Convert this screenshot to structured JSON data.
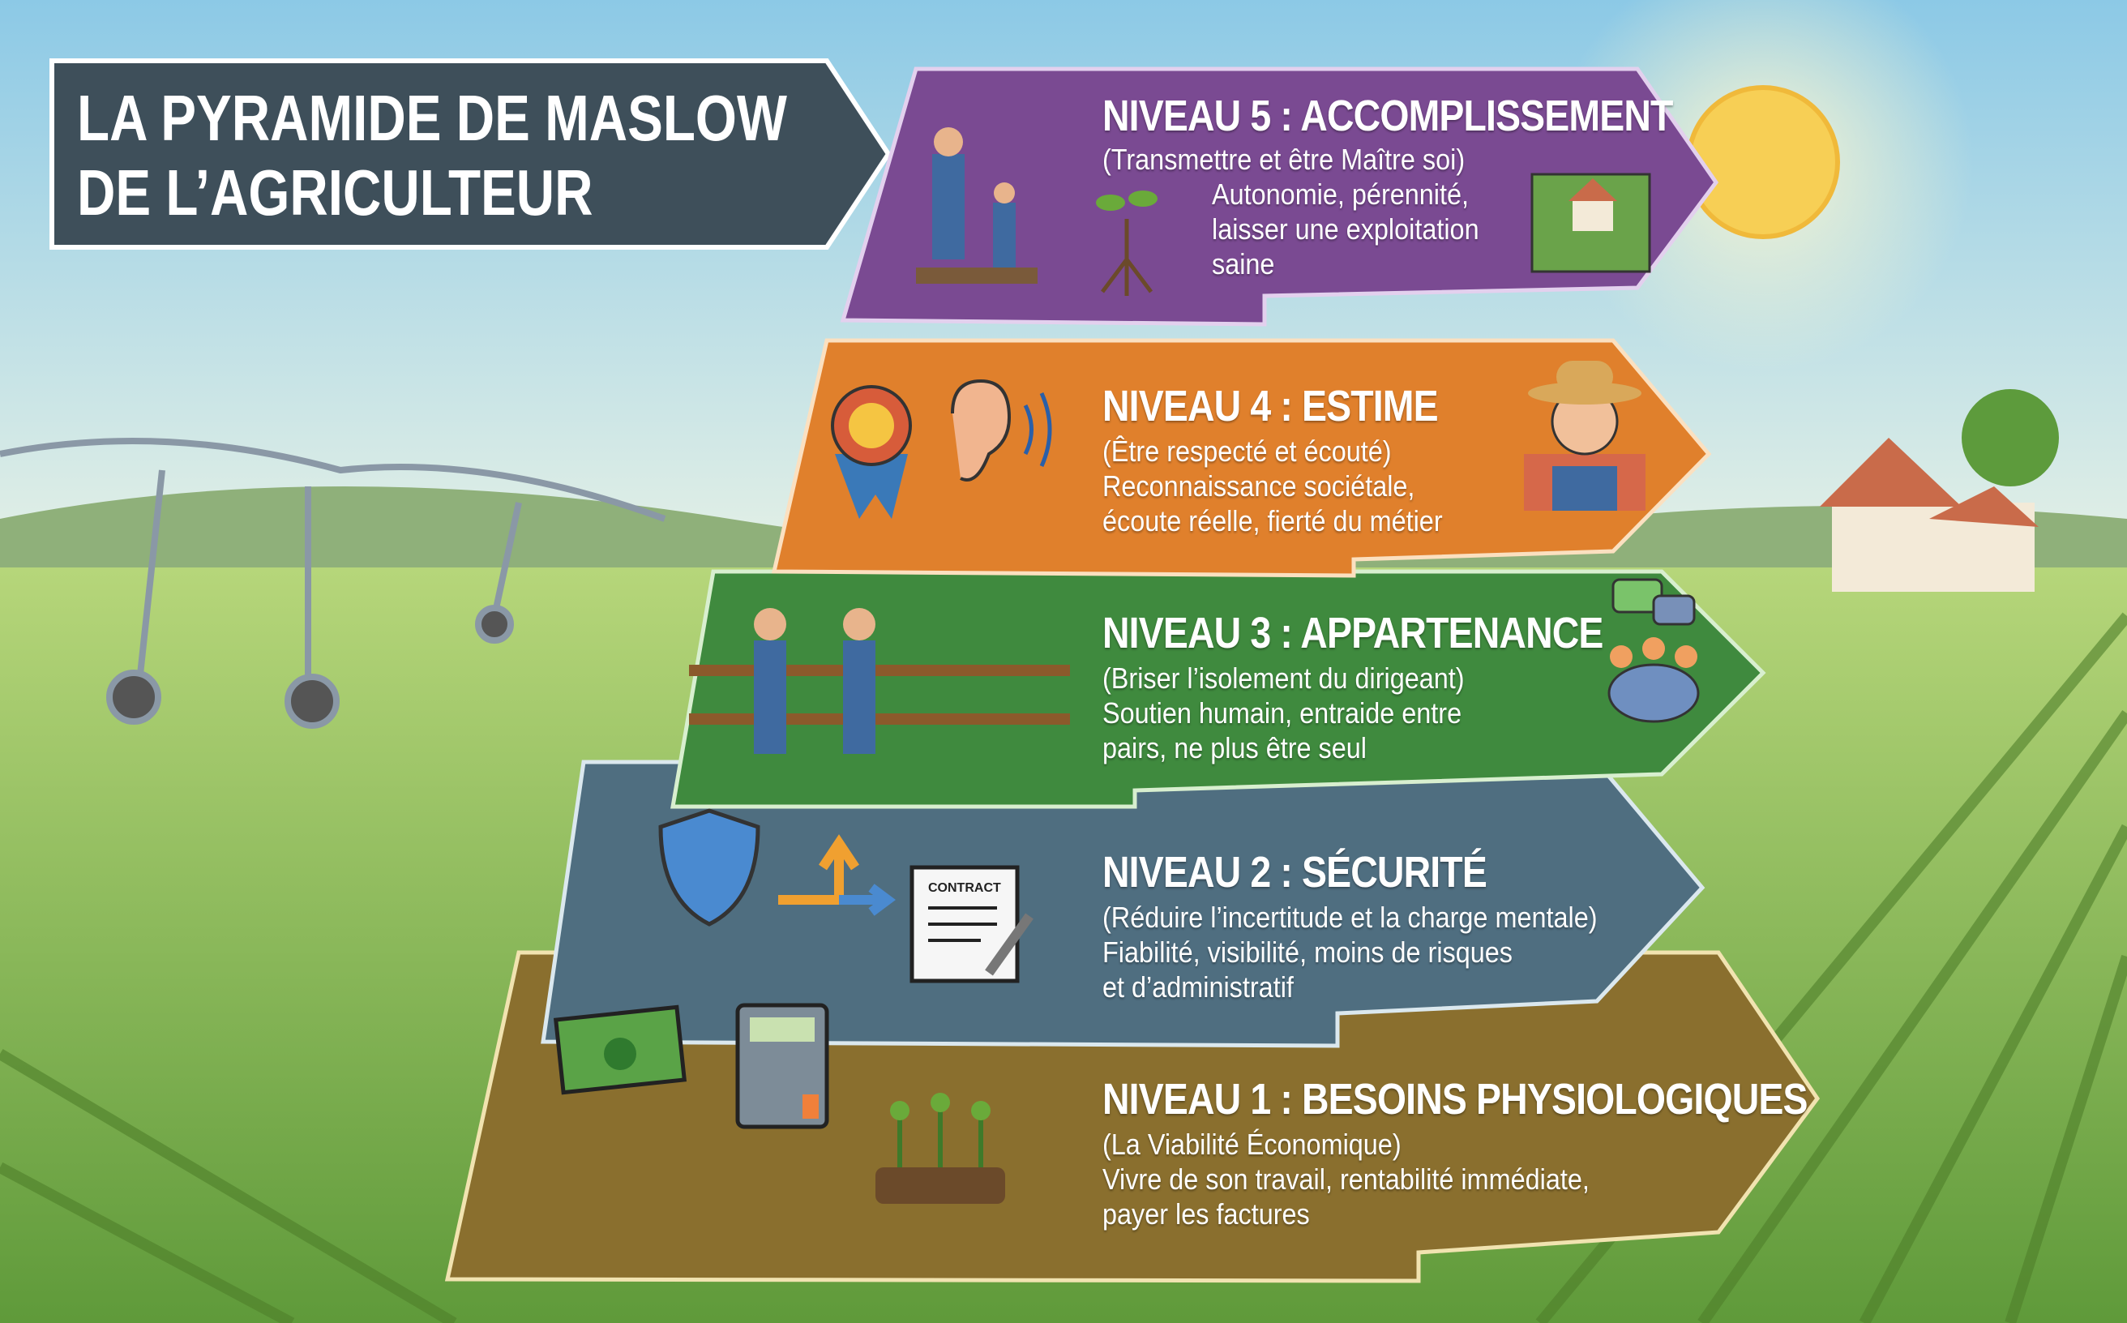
{
  "title": {
    "line1": "LA PYRAMIDE DE MASLOW",
    "line2": "DE L’AGRICULTEUR"
  },
  "colors": {
    "level5": "#7a4a92",
    "level4": "#e0802c",
    "level3": "#3f8a3e",
    "level2": "#4f6e80",
    "level1": "#8a6f2e",
    "title_bg": "#3e4f5a",
    "sun": "#f7cf55"
  },
  "levels": [
    {
      "heading": "NIVEAU 5 : ACCOMPLISSEMENT",
      "subtitle": "(Transmettre et être Maître soi)",
      "lines": [
        "Autonomie, pérennité,",
        "laisser une exploitation",
        "saine"
      ],
      "icons": [
        "farmer-and-child-icon",
        "plant-roots-icon",
        "farmhouse-landscape-icon"
      ]
    },
    {
      "heading": "NIVEAU 4 : ESTIME",
      "subtitle": "(Être respecté et écouté)",
      "lines": [
        "Reconnaissance sociétale,",
        "écoute réelle, fierté du métier"
      ],
      "icons": [
        "award-medal-icon",
        "listening-ear-icon",
        "smiling-farmer-icon"
      ]
    },
    {
      "heading": "NIVEAU 3 : APPARTENANCE",
      "subtitle": "(Briser l’isolement du dirigeant)",
      "lines": [
        "Soutien humain, entraide entre",
        "pairs, ne plus être seul"
      ],
      "icons": [
        "farmers-handshake-icon",
        "group-chat-icon"
      ]
    },
    {
      "heading": "NIVEAU 2 : SÉCURITÉ",
      "subtitle": "(Réduire l’incertitude et la charge mentale)",
      "lines": [
        "Fiabilité, visibilité, moins de risques",
        "et d’administratif"
      ],
      "icons": [
        "shield-icon",
        "direction-arrows-icon",
        "contract-icon"
      ],
      "contract_label": "CONTRACT"
    },
    {
      "heading": "NIVEAU 1 : BESOINS PHYSIOLOGIQUES",
      "subtitle": "(La Viabilité Économique)",
      "lines": [
        "Vivre de son travail, rentabilité immédiate,",
        "payer les factures"
      ],
      "icons": [
        "banknotes-icon",
        "calculator-icon",
        "seedlings-icon"
      ]
    }
  ]
}
